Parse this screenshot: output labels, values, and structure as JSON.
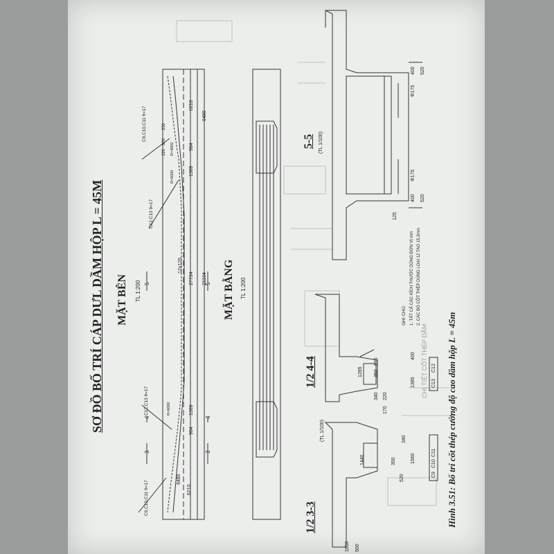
{
  "main_title": "SƠ ĐỒ BỐ TRÍ CÁP DƯL DẦM HỘP L = 45M",
  "side_view": {
    "title": "MẶT BÊN",
    "scale": "TL 1:200"
  },
  "plan_view": {
    "title": "MẶT BẰNG",
    "scale": "TL 1:200"
  },
  "section_55": {
    "title": "5-5",
    "scale": "(TL 1/100)"
  },
  "section_44": {
    "title": "1/2 4-4",
    "scale": "(TL 1/100)"
  },
  "section_33": {
    "title": "1/2 3-3"
  },
  "detail_label": "CHI TIẾT CỐT THÉP DẦM",
  "notes": {
    "heading": "GHI CHÚ:",
    "items": [
      "1. TẤT CẢ CÁC KÍCH THƯỚC DÙNG ĐƠN VỊ mm",
      "2. CÁC BÓ CỐT THÉP DÙNG LOẠI 12 TAO 15.2mm"
    ]
  },
  "caption": "Hình 3.51: Bố trí cốt thép cường độ cao dầm hộp L = 45m",
  "dims": {
    "d6210": "6210",
    "d9480": "9480",
    "d1389": "1389",
    "d984": "984",
    "d27734": "27734",
    "d21194": "21194",
    "d12x125": "12x125",
    "d400": "400",
    "d520": "520",
    "d175": "Φ175",
    "d125": "125",
    "d695": "695",
    "d1385": "1385",
    "d1285": "1285",
    "d350": "350",
    "d1440": "1440",
    "d1560": "1560",
    "d340": "340",
    "d220": "220",
    "d170": "170",
    "d1650": "1650",
    "d500": "500"
  },
  "cable_labels": {
    "c9_c11": "C9,C10,C11 θ=17",
    "c12_c13": "C12,C13 θ=17",
    "c12_c13b": "C12,C13 θ=17",
    "c9_c11b": "C9,C10,C11 θ=17",
    "box_c13": "C13",
    "box_c12": "C12",
    "box_c9": "C9",
    "box_c10": "C10",
    "box_c11": "C11",
    "r4000": "R=4000",
    "r6000": "R=6000",
    "s250": "250",
    "s320": "320",
    "s220": "220"
  },
  "section_marks": {
    "m3": "3",
    "m4": "4",
    "m5": "5"
  }
}
